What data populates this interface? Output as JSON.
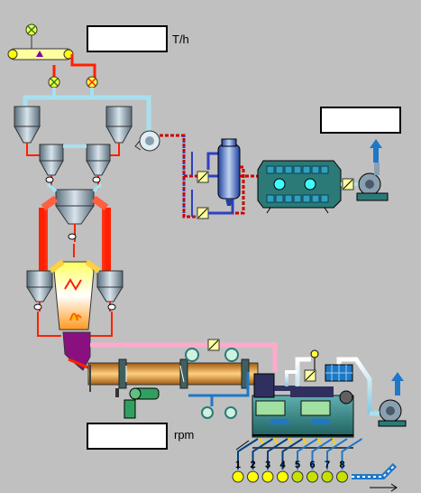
{
  "feed_rate": {
    "value": "",
    "unit": "T/h"
  },
  "fan_display": {
    "value": ""
  },
  "kiln_speed": {
    "value": "",
    "unit": "rpm"
  },
  "cooler_compartments": [
    "1",
    "2",
    "3",
    "4",
    "5",
    "6",
    "7",
    "8"
  ],
  "colors": {
    "background": "#c0c0c0",
    "hot_gas": "#ff2000",
    "tertiary_air": "#ffaacc",
    "equipment": "#8aa0b0",
    "kiln_shell": "#e6a040",
    "flame": "#ffff00",
    "grate_cooler": "#2b7a78",
    "air_duct": "#a8e0f0",
    "fan_outlet": "#1e78c8",
    "compartment_fans": "#c8e000",
    "compartment_ducts": "#004080"
  },
  "icons": [
    "valve-icon",
    "fan-icon",
    "damper-icon",
    "motor-icon",
    "arrow-up-icon"
  ]
}
